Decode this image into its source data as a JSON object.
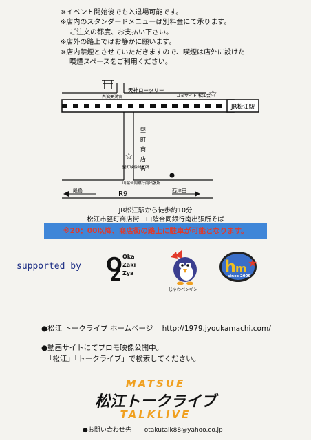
{
  "notices": [
    "※イベント開始後でも入退場可能です。",
    "※店内のスタンダードメニューは別料金にて承ります。",
    "ご注文の都度、お支払い下さい。",
    "※店外の路上ではお静かに願います。",
    "※店内禁煙とさせていただきますので、喫煙は店外に設けた",
    "喫煙スペースをご利用ください。"
  ],
  "map": {
    "rotary": "天神ロータリー",
    "shrine": "白潟天満宮",
    "community": "コミサイト 松江会",
    "station": "JR松江駅",
    "street_vertical": "竪町商店街",
    "venue": "竪町映像試写所",
    "bank": "山陰合同銀行南出張所",
    "route": "R9",
    "west": "殿島",
    "east": "西津田"
  },
  "access": {
    "line1": "JR松江駅から徒歩約10分",
    "line2": "松江市竪町商店街　山陰合同銀行南出張所そば"
  },
  "banner": "※20：00以降、商店街の路上に駐車が可能となります。",
  "supported_by": "supported by",
  "sponsors": {
    "okazakiya_lines": [
      "Oka",
      "Zaki",
      "Zya"
    ],
    "penguin_caption": "じゃわペンギン",
    "third_logo_text": "since 2009"
  },
  "links": {
    "homepage_label": "●松江 トークライブ ホームページ",
    "homepage_url": "http://1979.jyoukamachi.com/",
    "video_line1": "●動画サイトにてプロモ映像公開中。",
    "video_line2": "「松江」「トークライブ」で検索してください。"
  },
  "logo": {
    "top": "MATSUE",
    "middle": "松江トークライブ",
    "bottom": "TALKLIVE"
  },
  "contact": {
    "label": "●お問い合わせ先",
    "email": "otakutalk88@yahoo.co.jp"
  },
  "colors": {
    "banner_bg": "#3f86d8",
    "banner_text": "#e23a2a",
    "logo_orange": "#f0a020",
    "supported_blue": "#1e2f86"
  }
}
